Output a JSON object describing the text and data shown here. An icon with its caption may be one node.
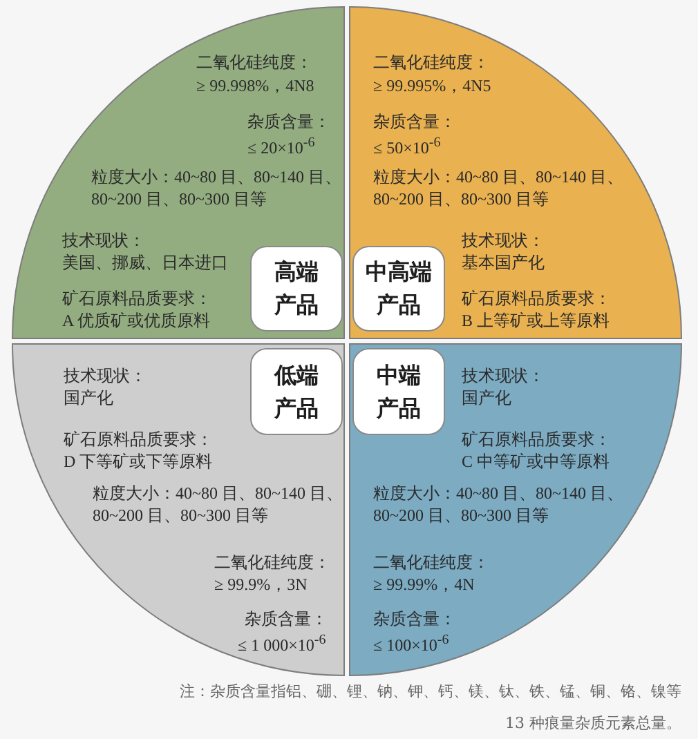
{
  "diagram": {
    "nodes": [
      {
        "text": [
          "二氧化硅纯度：",
          "≥ 99.998%，4N8",
          "杂质含量：",
          "≤ 20×10$^{-6}$",
          "粒度大小：40~80 目、80~140 目、80~200 目、80~300 目等",
          "技术现状：",
          "美国、挪威、日本进口",
          "矿石原料品质要求：",
          "A 优质矿或优质原料"
        ]
      },
      {
        "text": [
          "高端产品"
        ],
        "in": 0
      },
      {
        "text": [
          "二氧化硅纯度：",
          "≥ 99.995%，4N5",
          "杂质含量：",
          "≤ 50×10$^{-6}$",
          "粒度大小：40~80 目、80~140 目、80~200 目、80~300 目等",
          "技术现状：",
          "基本国产化",
          "矿石原料品质要求：",
          "B 上等矿或上等原料"
        ]
      },
      {
        "text": [
          "中高端产品"
        ],
        "in": 2
      },
      {
        "text": [
          "技术现状：",
          "国产化",
          "矿石原料品质要求：",
          "D 下等矿或下等原料",
          "粒度大小：40~80 目、80~140 目、80~200 目、80~300 目等",
          "二氧化硅纯度：",
          "≥ 99.9%，3N",
          "杂质含量：",
          "≤ 1 000×10$^{-6}$"
        ]
      },
      {
        "text": [
          "低端产品"
        ],
        "in": 4
      },
      {
        "text": [
          "技术现状：",
          "国产化",
          "矿石原料品质要求：",
          "C 中等矿或中等原料",
          "粒度大小：40~80 目、80~140 目、80~200 目、80~300 目等",
          "二氧化硅纯度：",
          "≥ 99.99%，4N",
          "杂质含量：",
          "≤ 100×10$^{-6}$"
        ]
      },
      {
        "text": [
          "中端产品"
        ],
        "in": 6
      }
    ],
    "labels": [
      "注：杂质含量指铝、硼、锂、钠、钾、钙、镁、钛、铁、锰、铜、铬、镍等13 种痕量杂质元素总量。"
    ]
  }
}
